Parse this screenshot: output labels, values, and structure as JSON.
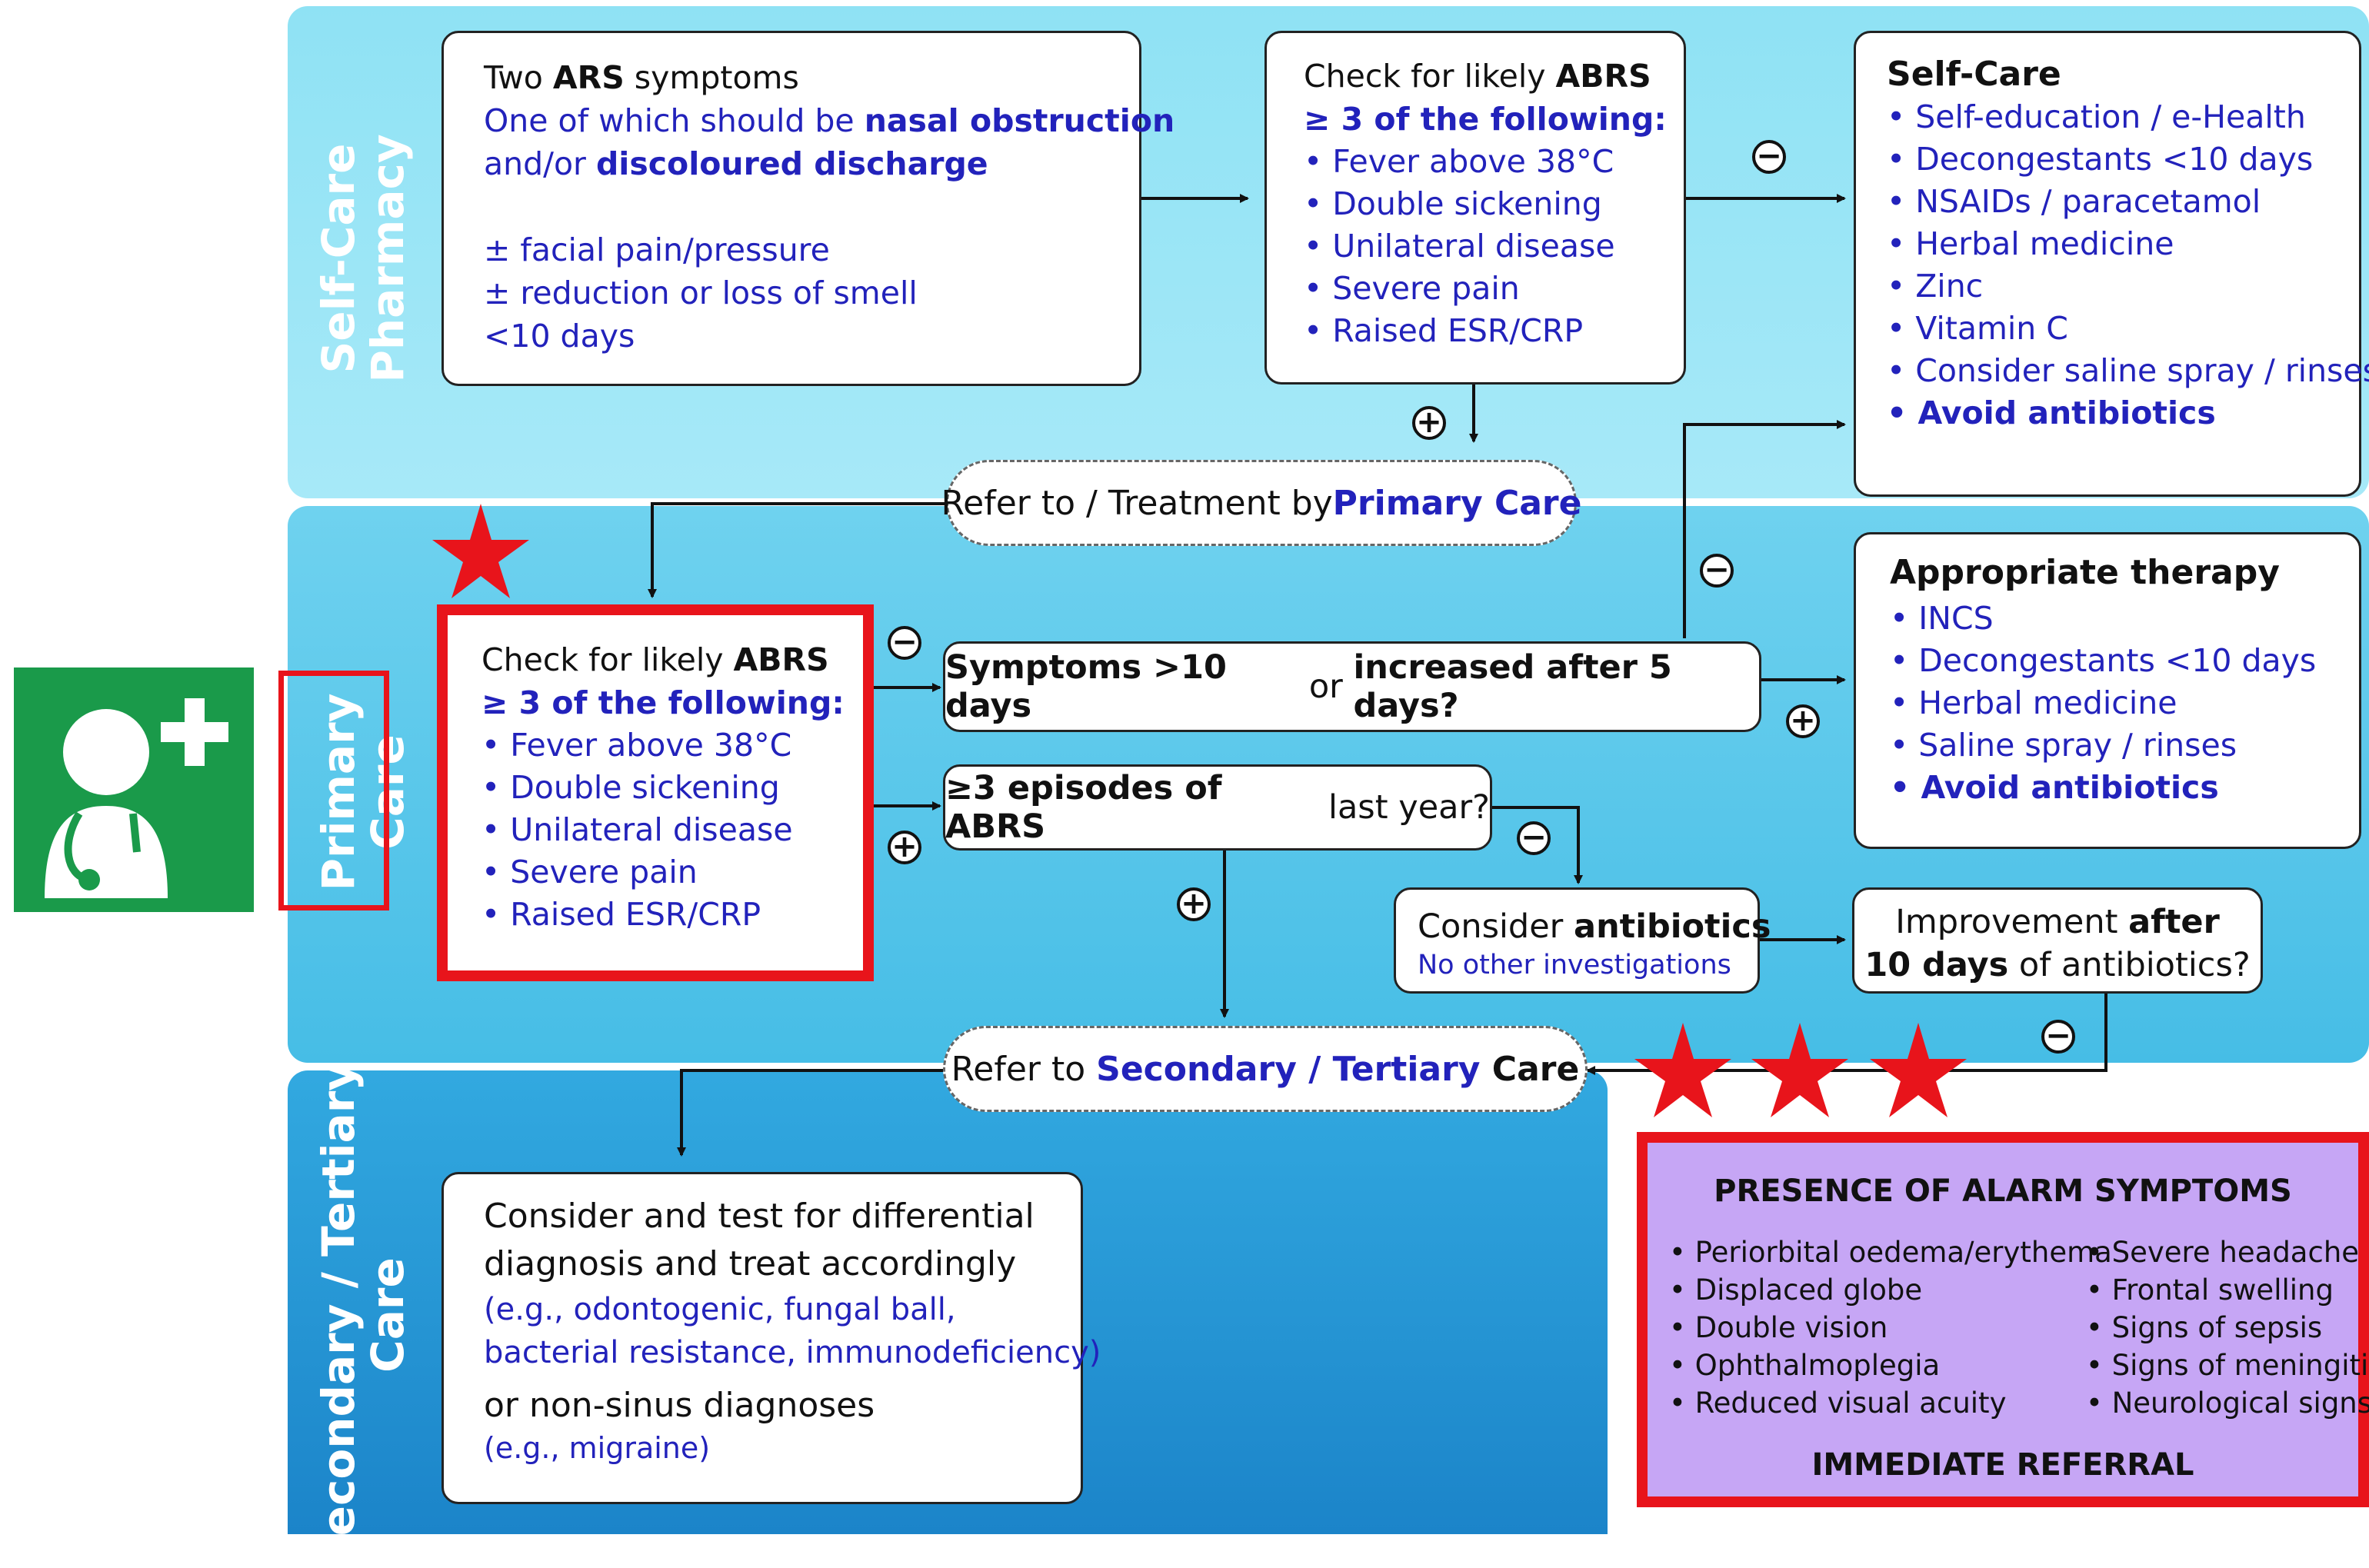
{
  "colors": {
    "red": "#e8141b",
    "blue_text": "#2222bb",
    "green_icon": "#1a9a4a",
    "alarm_bg": "#c6a6f5"
  },
  "icon": {
    "name": "doctor-plus-icon"
  },
  "bands": {
    "self_care": {
      "label_lines": [
        "Self-Care",
        "Pharmacy"
      ]
    },
    "primary": {
      "label_lines": [
        "Primary",
        "Care"
      ]
    },
    "secondary": {
      "label_lines": [
        "Secondary / Tertiary",
        "Care"
      ]
    }
  },
  "ars_box": {
    "title_pre": "Two ",
    "title_bold": "ARS",
    "title_post": " symptoms",
    "line2_pre": "One of which should be ",
    "line2_bold": "nasal obstruction",
    "line3_pre": "and/or ",
    "line3_bold": "discoloured discharge",
    "extras": [
      "± facial pain/pressure",
      "± reduction or loss of smell",
      "<10 days"
    ]
  },
  "check_sc": {
    "title_pre": "Check for likely ",
    "title_bold": "ABRS",
    "subtitle": "≥ 3 of the following:",
    "items": [
      "Fever above 38°C",
      "Double sickening",
      "Unilateral disease",
      "Severe pain",
      "Raised ESR/CRP"
    ]
  },
  "self_care_box": {
    "title": "Self-Care",
    "items": [
      "Self-education / e-Health",
      "Decongestants <10 days",
      "NSAIDs / paracetamol",
      "Herbal medicine",
      "Zinc",
      "Vitamin C",
      "Consider saline spray / rinses"
    ],
    "last_item": "Avoid antibiotics"
  },
  "refer_primary": {
    "pre": "Refer to / Treatment by ",
    "bold": "Primary Care"
  },
  "check_pc": {
    "title_pre": "Check for likely ",
    "title_bold": "ABRS",
    "subtitle": "≥ 3 of the following:",
    "items": [
      "Fever above 38°C",
      "Double sickening",
      "Unilateral disease",
      "Severe pain",
      "Raised ESR/CRP"
    ]
  },
  "symptoms_q": {
    "bold1": "Symptoms >10 days",
    "mid": " or ",
    "bold2": "increased after 5 days?"
  },
  "episodes_q": {
    "bold": "≥3 episodes of ABRS",
    "post": " last year?"
  },
  "appropriate": {
    "title": "Appropriate therapy",
    "items": [
      "INCS",
      "Decongestants <10 days",
      "Herbal medicine",
      "Saline spray / rinses"
    ],
    "last_item": "Avoid antibiotics"
  },
  "antibiotics": {
    "pre": "Consider ",
    "bold": "antibiotics",
    "sub": "No other investigations"
  },
  "improvement": {
    "l1_pre": "Improvement ",
    "l1_bold": "after",
    "l2_bold": "10 days",
    "l2_post": " of antibiotics?"
  },
  "refer_secondary": {
    "pre": "Refer to ",
    "bold": "Secondary / Tertiary",
    "post": " Care"
  },
  "secondary_box": {
    "line1": "Consider and test for differential",
    "line2": "diagnosis and treat accordingly",
    "line3": "(e.g., odontogenic, fungal ball,",
    "line4": "bacterial resistance, immunodeficiency)",
    "line5": "or non-sinus diagnoses",
    "line6": "(e.g., migraine)"
  },
  "alarm": {
    "title": "PRESENCE OF ALARM SYMPTOMS",
    "left": [
      "Periorbital oedema/erythema",
      "Displaced globe",
      "Double vision",
      "Ophthalmoplegia",
      "Reduced visual acuity"
    ],
    "right": [
      "Severe headache",
      "Frontal swelling",
      "Signs of sepsis",
      "Signs of meningitis",
      "Neurological signs"
    ],
    "footer": "IMMEDIATE REFERRAL"
  },
  "signs": {
    "plus": "+",
    "minus": "−"
  }
}
